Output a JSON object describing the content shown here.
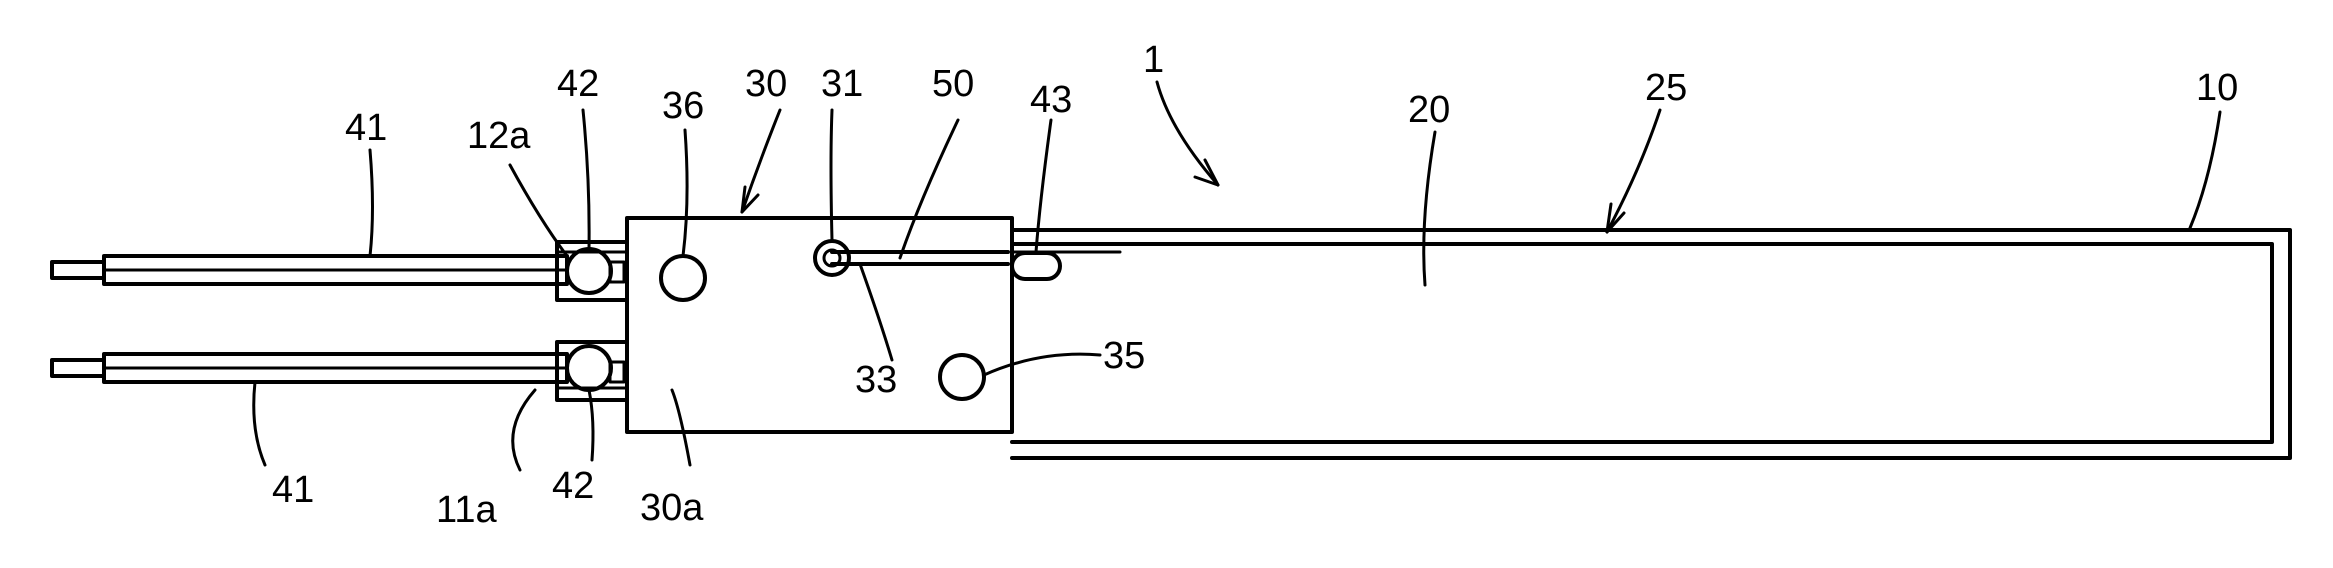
{
  "figure": {
    "reference_labels": {
      "assembly": "1",
      "strip_10": "10",
      "body_20": "20",
      "edge_25": "25",
      "block_30": "30",
      "face_30a": "30a",
      "hole_31": "31",
      "slot_33": "33",
      "hole_35": "35",
      "hole_36": "36",
      "lead_41_upper": "41",
      "lead_41_lower": "41",
      "terminal_42_upper": "42",
      "terminal_42_lower": "42",
      "pin_43": "43",
      "wire_50": "50",
      "lead_end_11a": "11a",
      "lead_end_12a": "12a"
    }
  }
}
